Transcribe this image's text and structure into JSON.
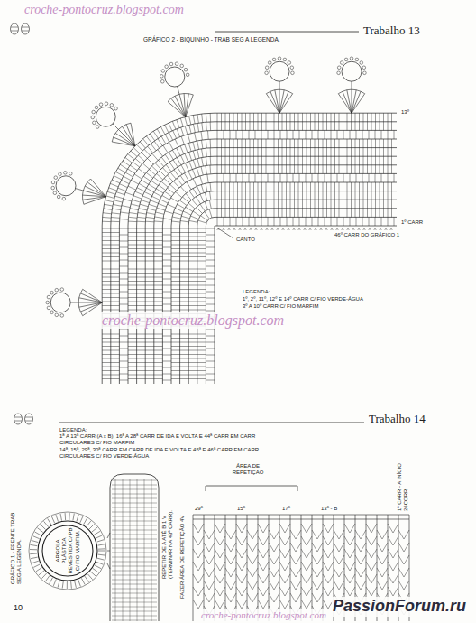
{
  "diagram": {
    "nodes": [
      {
        "text": [
          "ARGOLA PLÁSTICA REVESTIDA C/ PB C/ FIO MARFIM."
        ]
      }
    ],
    "labels": [
      "croche-pontocruz.blogspot.com",
      "Trabalho 13",
      "GRÁFICO 2 - BIQUINHO - TRAB SEG A LEGENDA.",
      "13º",
      "1º CARR",
      "46º CARR DO GRÁFICO 1",
      "CANTO",
      "LEGENDA:",
      "1º, 2º, 11º, 12º E 14º CARR C/ FIO VERDE-ÁGUA",
      "3º A 10º CARR C/ FIO MARFIM",
      "croche-pontocruz.blogspot.com",
      "Trabalho 14",
      "LEGENDA:",
      "1ª A 13ª CARR (A x B), 16ª A 28ª CARR DE IDA E VOLTA E 44ª CARR EM CARR CIRCULARES C/ FIO MARFIM",
      "14ª, 15ª, 29ª, 30ª CARR EM CARR DE IDA E VOLTA E 45ª E 46ª CARR EM CARR CIRCULARES C/ FIO VERDE-ÁGUA",
      "GRÁFICO 1 - FRENTE TRAB SEG A LEGENDA.",
      "REPETIR DE A ATÉ B 1 V (TERMINAR NA 43ª CARR).",
      "FAZER ÁREA DE REPETIÇÃO 4V",
      "ÁREA DE REPETIÇÃO",
      "29ª",
      "15ª",
      "17ª",
      "13ª - B",
      "1ª CARR - A INÍCIO 26CORR",
      "10",
      "croche-pontocruz.blogspot.com",
      "PassionForum.ru"
    ]
  }
}
